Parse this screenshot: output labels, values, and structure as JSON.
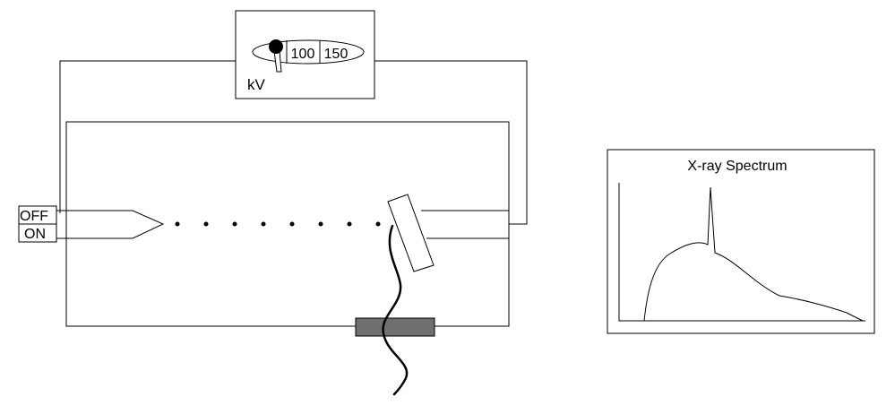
{
  "voltmeter": {
    "tick_low": "100",
    "tick_high": "150",
    "unit": "kV"
  },
  "switch": {
    "off_label": "OFF",
    "on_label": "ON"
  },
  "spectrum": {
    "title": "X-ray Spectrum"
  },
  "colors": {
    "line": "#000000",
    "filter": "#707070"
  }
}
